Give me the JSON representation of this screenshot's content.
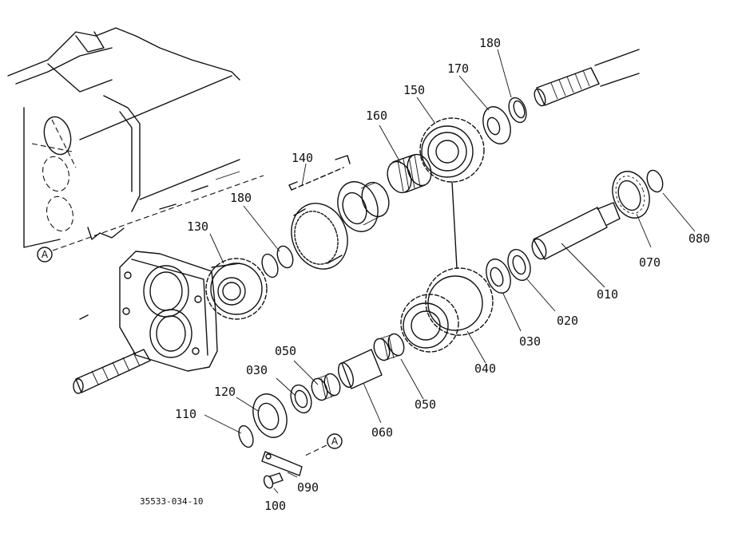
{
  "diagram_id": "35533-034-10",
  "reference_marker": "A",
  "parts": [
    {
      "key": "p010",
      "label": "010"
    },
    {
      "key": "p020",
      "label": "020"
    },
    {
      "key": "p030a",
      "label": "030"
    },
    {
      "key": "p030b",
      "label": "030"
    },
    {
      "key": "p040",
      "label": "040"
    },
    {
      "key": "p050a",
      "label": "050"
    },
    {
      "key": "p050b",
      "label": "050"
    },
    {
      "key": "p060",
      "label": "060"
    },
    {
      "key": "p070",
      "label": "070"
    },
    {
      "key": "p080",
      "label": "080"
    },
    {
      "key": "p090",
      "label": "090"
    },
    {
      "key": "p100",
      "label": "100"
    },
    {
      "key": "p110",
      "label": "110"
    },
    {
      "key": "p120",
      "label": "120"
    },
    {
      "key": "p130",
      "label": "130"
    },
    {
      "key": "p140",
      "label": "140"
    },
    {
      "key": "p150",
      "label": "150"
    },
    {
      "key": "p160",
      "label": "160"
    },
    {
      "key": "p170",
      "label": "170"
    },
    {
      "key": "p180a",
      "label": "180"
    },
    {
      "key": "p180b",
      "label": "180"
    }
  ]
}
